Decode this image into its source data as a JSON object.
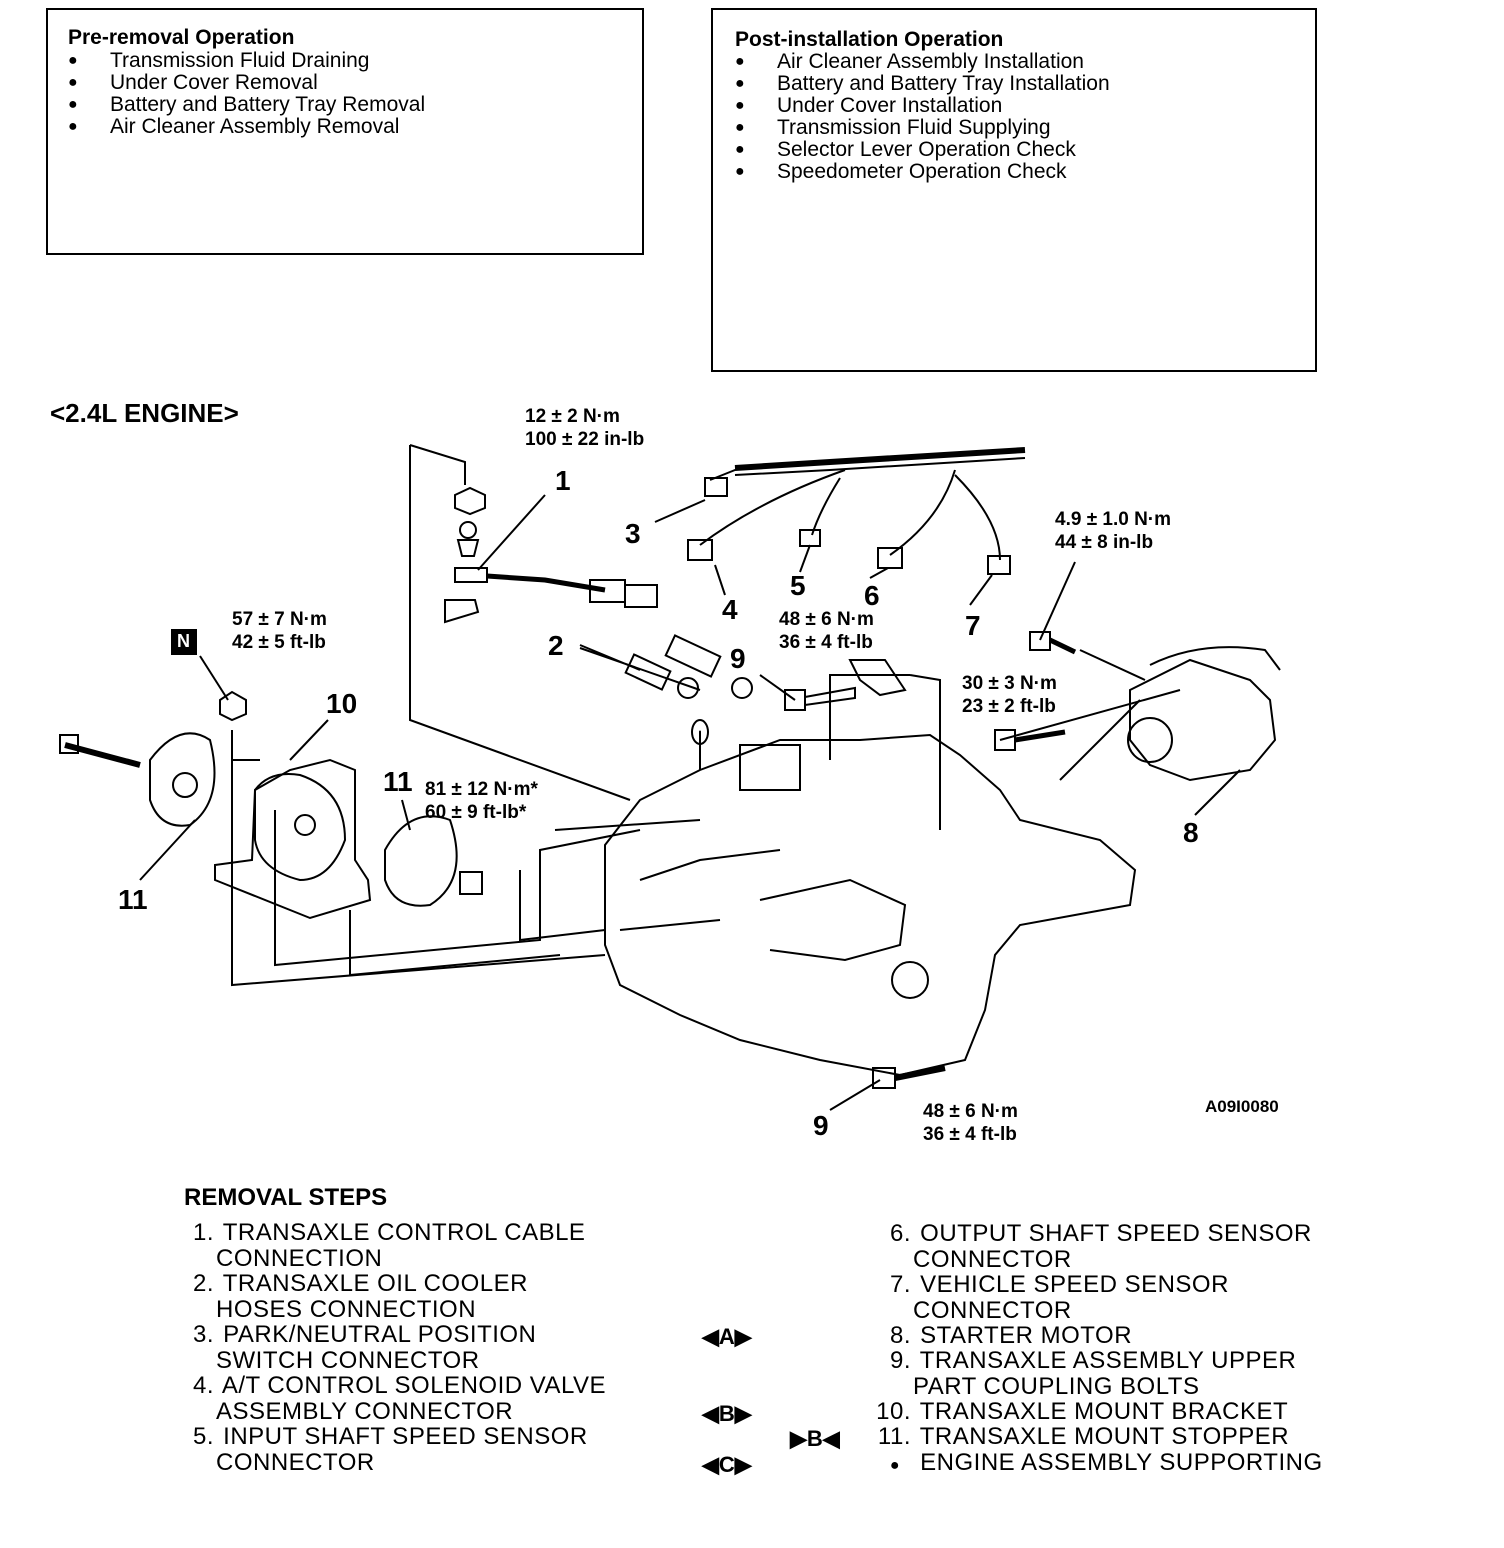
{
  "pre_removal": {
    "title": "Pre-removal Operation",
    "items": [
      "Transmission Fluid Draining",
      "Under Cover Removal",
      "Battery and Battery Tray Removal",
      "Air Cleaner Assembly Removal"
    ]
  },
  "post_installation": {
    "title": "Post-installation Operation",
    "items": [
      "Air Cleaner Assembly Installation",
      "Battery and Battery Tray Installation",
      "Under Cover Installation",
      "Transmission Fluid Supplying",
      "Selector Lever Operation Check",
      "Speedometer Operation Check"
    ]
  },
  "diagram": {
    "engine_label": "<2.4L ENGINE>",
    "figure_code": "A09I0080",
    "n_badge": "N",
    "callouts": {
      "c1": "1",
      "c2": "2",
      "c3": "3",
      "c4": "4",
      "c5": "5",
      "c6": "6",
      "c7": "7",
      "c8": "8",
      "c9a": "9",
      "c9b": "9",
      "c10": "10",
      "c11a": "11",
      "c11b": "11"
    },
    "torque": {
      "t1a": "12 ± 2 N·m",
      "t1b": "100 ± 22 in-lb",
      "t2a": "57 ± 7 N·m",
      "t2b": "42 ± 5 ft-lb",
      "t3a": "48 ± 6 N·m",
      "t3b": "36 ± 4 ft-lb",
      "t4a": "4.9 ± 1.0 N·m",
      "t4b": "44 ± 8 in-lb",
      "t5a": "30 ± 3 N·m",
      "t5b": "23 ± 2 ft-lb",
      "t6a": "81 ± 12 N·m*",
      "t6b": "60 ± 9 ft-lb*",
      "t7a": "48 ± 6 N·m",
      "t7b": "36 ± 4 ft-lb"
    }
  },
  "removal_steps": {
    "title": "REMOVAL STEPS",
    "left": [
      {
        "num": "1.",
        "line1": "TRANSAXLE CONTROL CABLE",
        "line2": "CONNECTION"
      },
      {
        "num": "2.",
        "line1": "TRANSAXLE OIL COOLER",
        "line2": "HOSES CONNECTION"
      },
      {
        "num": "3.",
        "line1": "PARK/NEUTRAL POSITION",
        "line2": "SWITCH CONNECTOR"
      },
      {
        "num": "4.",
        "line1": "A/T CONTROL SOLENOID VALVE",
        "line2": "ASSEMBLY CONNECTOR"
      },
      {
        "num": "5.",
        "line1": "INPUT SHAFT SPEED SENSOR",
        "line2": "CONNECTOR"
      }
    ],
    "right": [
      {
        "num": "6.",
        "line1": "OUTPUT SHAFT SPEED SENSOR",
        "line2": "CONNECTOR"
      },
      {
        "num": "7.",
        "line1": "VEHICLE SPEED SENSOR",
        "line2": "CONNECTOR"
      },
      {
        "num": "8.",
        "line1": "STARTER MOTOR",
        "line2": ""
      },
      {
        "num": "9.",
        "line1": "TRANSAXLE ASSEMBLY UPPER",
        "line2": "PART COUPLING BOLTS"
      },
      {
        "num": "10.",
        "line1": "TRANSAXLE MOUNT BRACKET",
        "line2": ""
      },
      {
        "num": "11.",
        "line1": "TRANSAXLE MOUNT STOPPER",
        "line2": ""
      },
      {
        "num": "●",
        "line1": "ENGINE ASSEMBLY SUPPORTING",
        "line2": ""
      }
    ],
    "markers": {
      "a": "◀A▶",
      "b": "◀B▶",
      "b2": "▶B◀",
      "c": "◀C▶"
    }
  }
}
